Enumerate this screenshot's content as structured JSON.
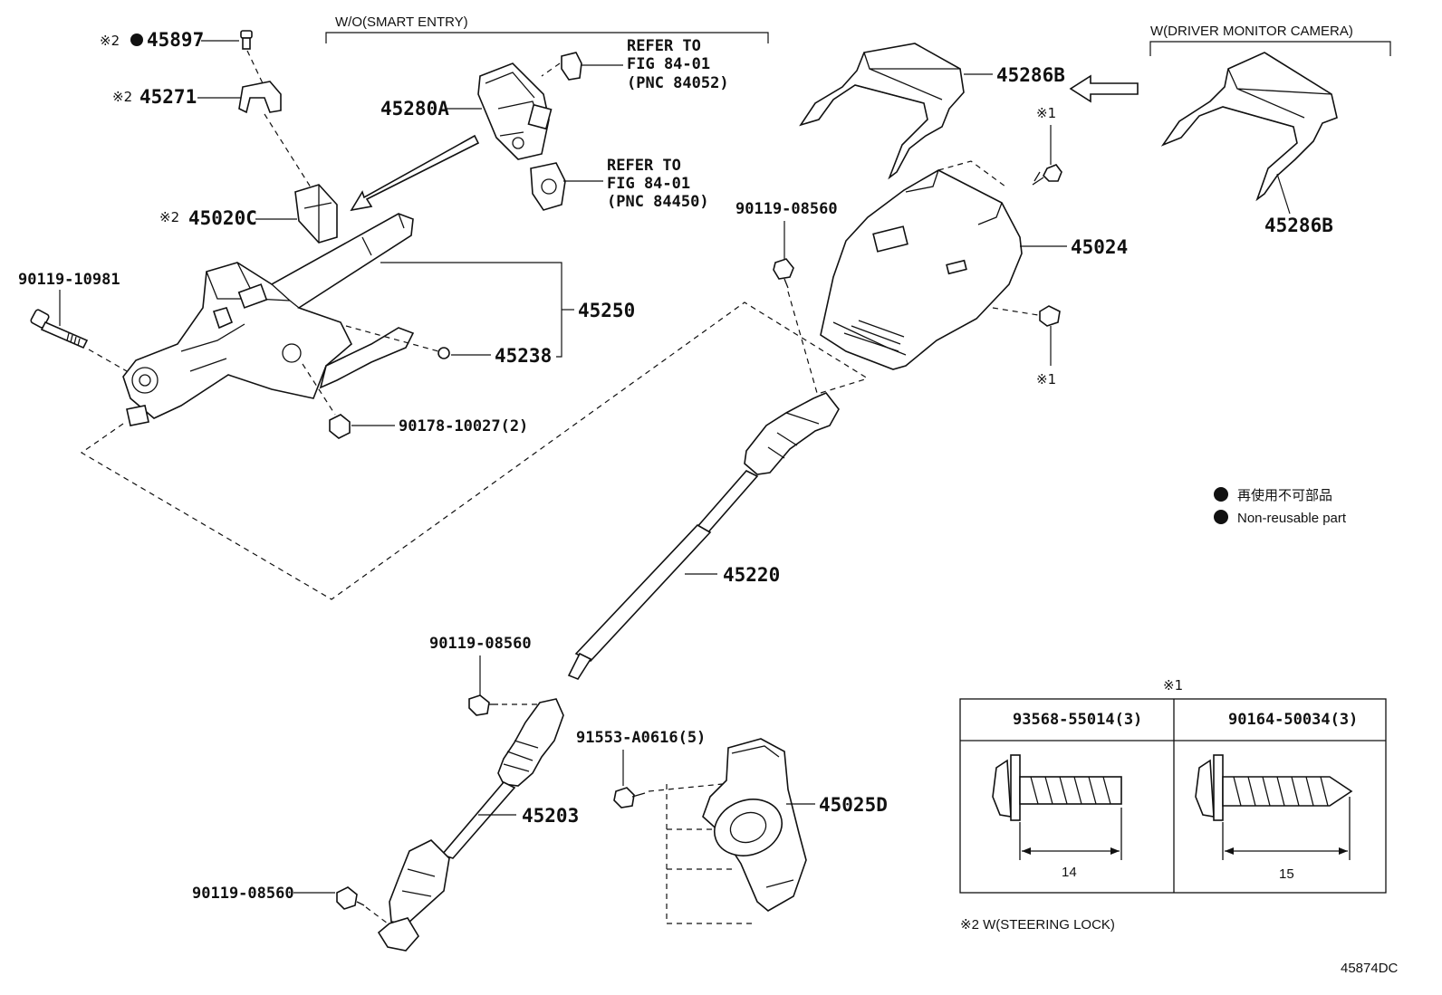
{
  "diagram_code": "45874DC",
  "brackets": {
    "smart_entry": "W/O(SMART ENTRY)",
    "driver_monitor": "W(DRIVER MONITOR CAMERA)"
  },
  "refer_a": {
    "line1": "REFER TO",
    "line2": "FIG 84-01",
    "line3": "(PNC 84052)"
  },
  "refer_b": {
    "line1": "REFER TO",
    "line2": "FIG 84-01",
    "line3": "(PNC 84450)"
  },
  "labels": {
    "p45897_mark": "※2",
    "p45897": "45897",
    "p45271_mark": "※2",
    "p45271": "45271",
    "p45020c_mark": "※2",
    "p45020c": "45020C",
    "p45280a": "45280A",
    "p45286b_top": "45286B",
    "p45286b_right": "45286B",
    "x1_top": "※1",
    "x1_bottom": "※1",
    "p45024": "45024",
    "bolt_08560_top": "90119-08560",
    "bolt_10981": "90119-10981",
    "p45250": "45250",
    "p45238": "45238",
    "nut_10027": "90178-10027(2)",
    "p45220": "45220",
    "bolt_08560_mid": "90119-08560",
    "screw_a0616": "91553-A0616(5)",
    "p45203": "45203",
    "p45025d": "45025D",
    "bolt_08560_bottom": "90119-08560"
  },
  "legend": {
    "item_ja": "再使用不可部品",
    "item_en": "Non-reusable part"
  },
  "table": {
    "mark": "※1",
    "col1_header": "93568-55014(3)",
    "col2_header": "90164-50034(3)",
    "col1_dim": "14",
    "col2_dim": "15"
  },
  "footnote": "※2 W(STEERING LOCK)"
}
